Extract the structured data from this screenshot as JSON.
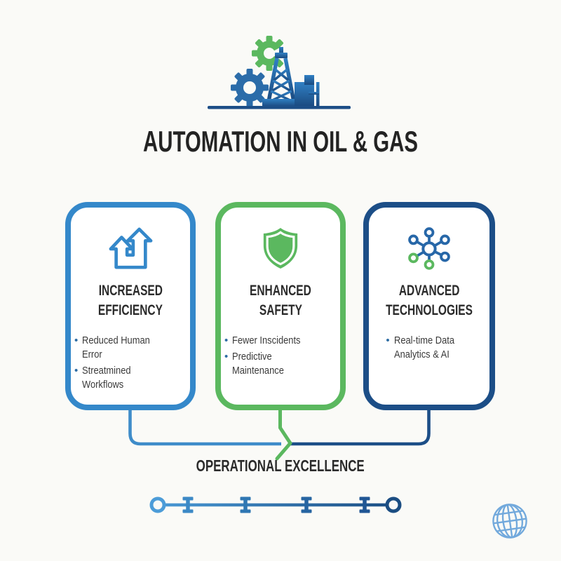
{
  "header": {
    "icon": "oil-gas-industry-icon",
    "title": "AUTOMATION IN OIL & GAS"
  },
  "cards": [
    {
      "name": "increased-efficiency",
      "icon": "up-arrows-icon",
      "accent_color": "#3488CA",
      "title_lines": [
        "INCREASED",
        "EFFICIENCY"
      ],
      "bullets": [
        "Reduced Human Error",
        "Streatmined Workflows"
      ]
    },
    {
      "name": "enhanced-safety",
      "icon": "shield-icon",
      "accent_color": "#5BB85F",
      "title_lines": [
        "ENHANCED",
        "SAFETY"
      ],
      "bullets": [
        "Fewer Inscidents",
        "Predictive Maintenance"
      ]
    },
    {
      "name": "advanced-technologies",
      "icon": "network-hub-icon",
      "accent_color": "#1C4E87",
      "title_lines": [
        "ADVANCED",
        "TECHNOLOGIES"
      ],
      "bullets": [
        "Real-time Data Analytics & AI"
      ]
    }
  ],
  "flow": {
    "label": "OPERATIONAL EXCELLENCE",
    "connector_colors": {
      "left": "#3488CA",
      "center": "#5BB85F",
      "right": "#1C4E87"
    }
  },
  "timeline": {
    "marker_count": 4,
    "endpoint_count": 2,
    "color_start": "#4C9CD8",
    "color_end": "#1B4D82"
  },
  "footer": {
    "globe_icon": "globe-icon",
    "globe_color": "#72A9DC"
  }
}
